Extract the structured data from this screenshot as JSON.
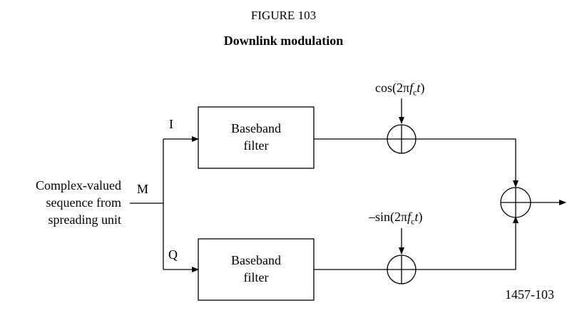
{
  "figure": {
    "number": "FIGURE 103",
    "title": "Downlink modulation",
    "reference": "1457-103"
  },
  "input": {
    "lines": [
      "Complex-valued",
      "sequence from",
      "spreading unit"
    ],
    "split_label": "M"
  },
  "branches": {
    "i_label": "I",
    "q_label": "Q"
  },
  "filters": {
    "upper": {
      "line1": "Baseband",
      "line2": "filter"
    },
    "lower": {
      "line1": "Baseband",
      "line2": "filter"
    }
  },
  "carriers": {
    "cos": {
      "prefix": "cos(2π",
      "f": "f",
      "sub": "c",
      "t": "t",
      "suffix": ")"
    },
    "sin": {
      "prefix": "–sin(2π",
      "f": "f",
      "sub": "c",
      "t": "t",
      "suffix": ")"
    }
  }
}
